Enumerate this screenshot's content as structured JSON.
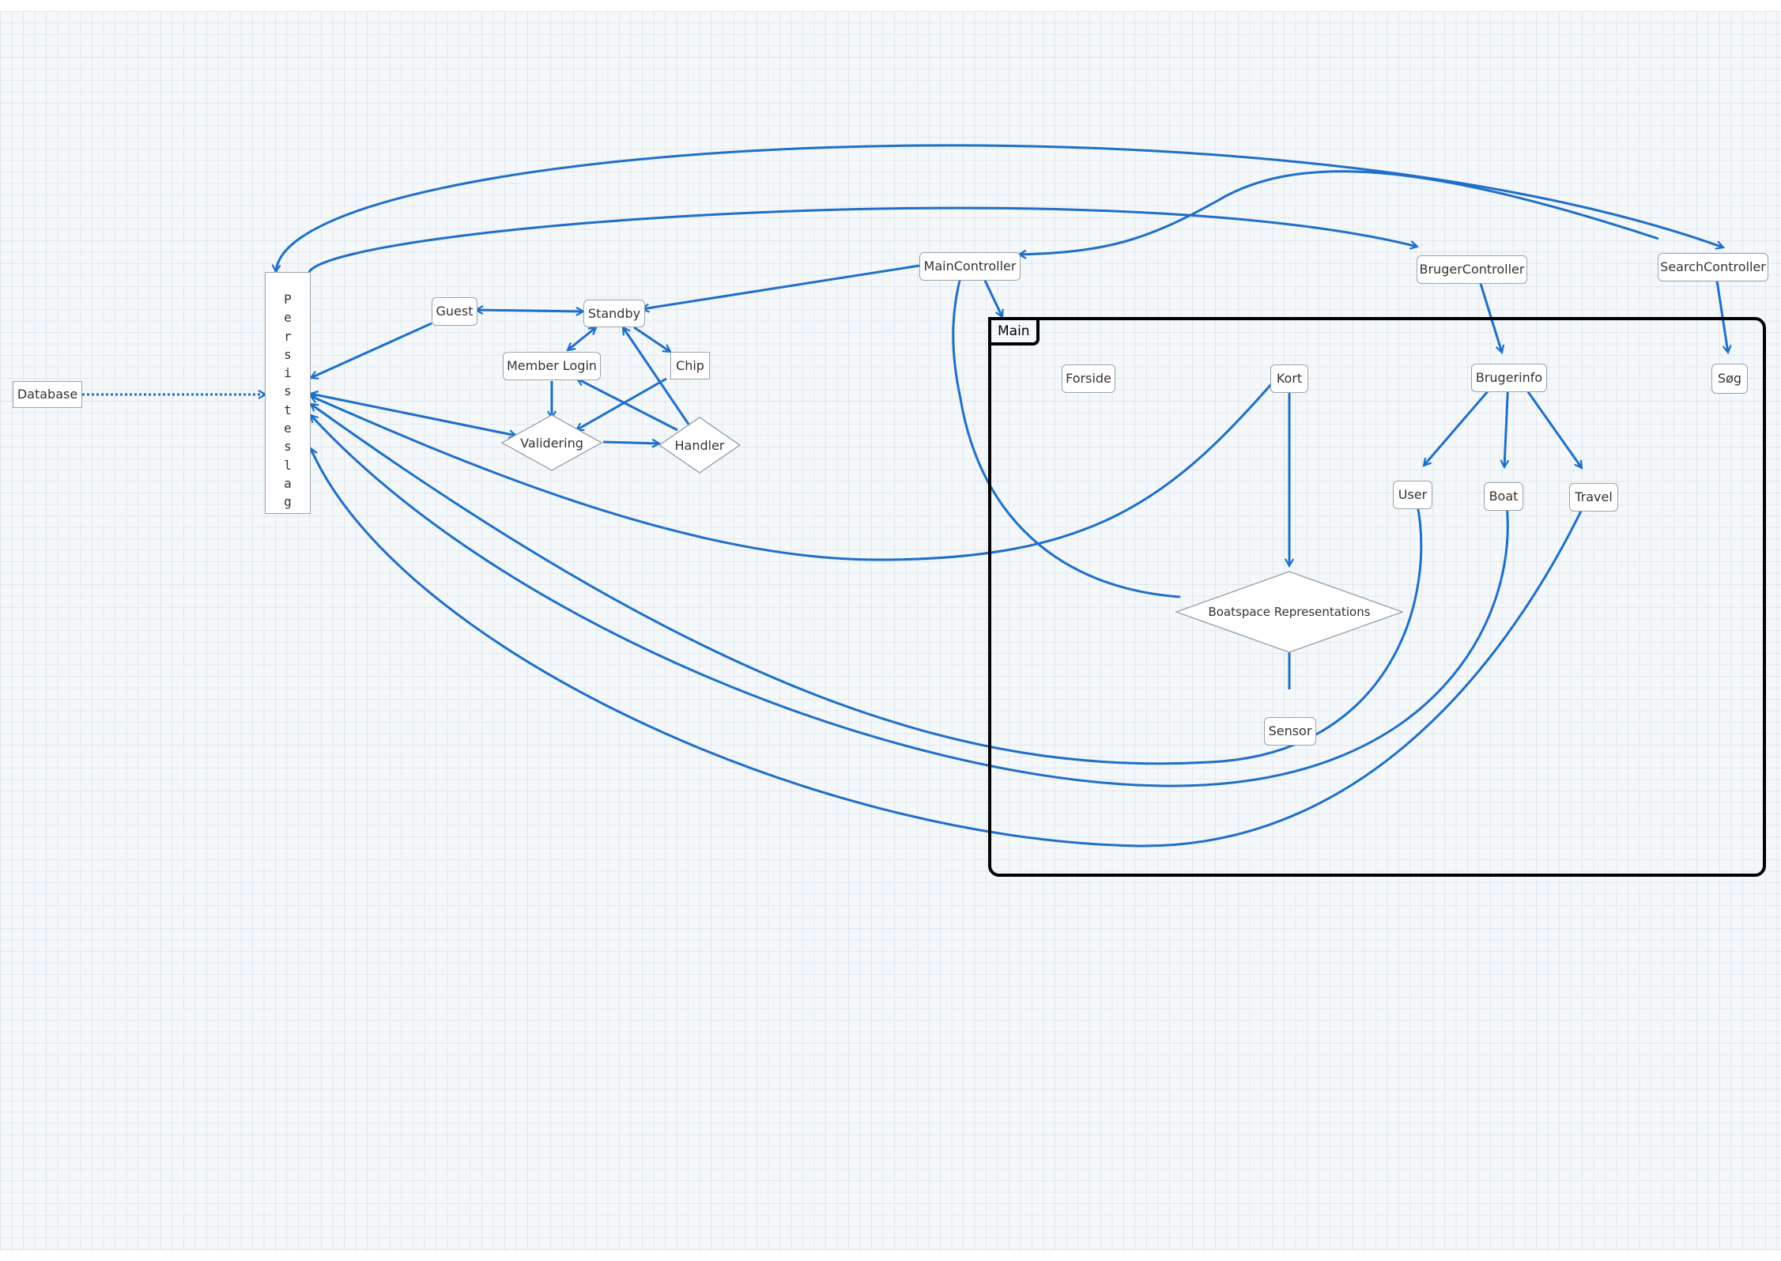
{
  "edge_color": "#1f6fc8",
  "group": {
    "label": "Main"
  },
  "nodes": {
    "database": "Database",
    "persistence_layer": "Persisteslag",
    "guest": "Guest",
    "standby": "Standby",
    "member_login": "Member Login",
    "chip": "Chip",
    "validering": "Validering",
    "handler": "Handler",
    "main_controller": "MainController",
    "bruger_controller": "BrugerController",
    "search_controller": "SearchController",
    "forside": "Forside",
    "kort": "Kort",
    "brugerinfo": "Brugerinfo",
    "sog": "Søg",
    "user": "User",
    "boat": "Boat",
    "travel": "Travel",
    "boatspace": "Boatspace Representations",
    "sensor": "Sensor"
  }
}
